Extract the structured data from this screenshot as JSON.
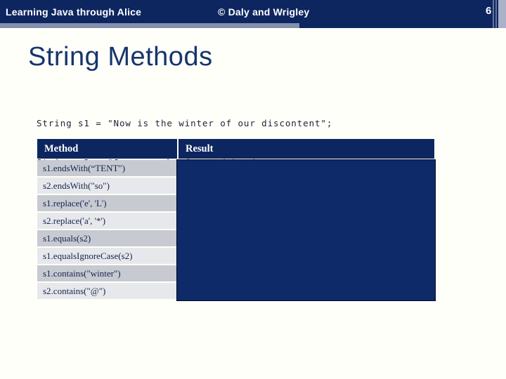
{
  "header": {
    "course_title": "Learning Java through Alice",
    "copyright": "© Daly and Wrigley",
    "slide_number": "6"
  },
  "slide": {
    "title": "String Methods",
    "code_lines": [
      "String s1 = \"Now is the winter of our discontent\";",
      "String s2 = \"Java can be fun and hard \";"
    ]
  },
  "table": {
    "columns": [
      "Method",
      "Result"
    ],
    "rows": [
      {
        "method": "s1.endsWith(“TENT\")"
      },
      {
        "method": "s2.endsWith(\"so\")"
      },
      {
        "method": "s1.replace('e', 'L')"
      },
      {
        "method": "s2.replace('a', '*')"
      },
      {
        "method": "s1.equals(s2)"
      },
      {
        "method": "s1.equalsIgnoreCase(s2)"
      },
      {
        "method": "s1.contains(\"winter\")"
      },
      {
        "method": "s2.contains(\"@\")"
      }
    ]
  },
  "colors": {
    "navy": "#0d2660",
    "overlay_navy": "#0e2a68",
    "underline_gray": "#8290ac",
    "edge_stripe_slate": "#64749c",
    "edge_stripe_light": "#a9b2c8",
    "row_dark": "#c7cad1",
    "row_light": "#e7e8eb",
    "title_navy": "#16356b"
  }
}
